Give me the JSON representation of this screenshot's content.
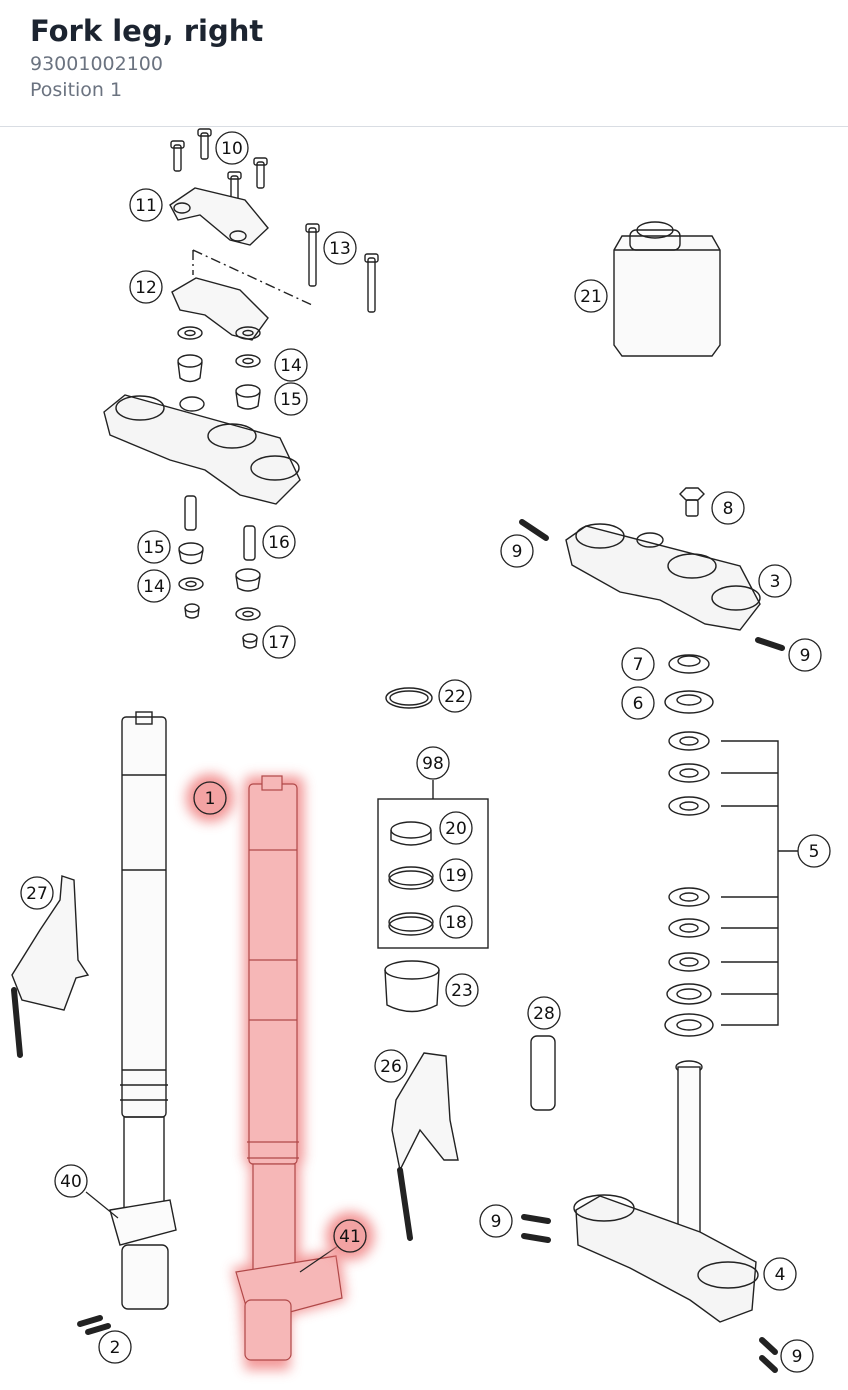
{
  "header": {
    "title": "Fork leg, right",
    "part_number": "93001002100",
    "position": "Position 1"
  },
  "highlight": {
    "color": "#f08080",
    "callouts": [
      "1",
      "41"
    ]
  },
  "callouts": [
    {
      "label": "10"
    },
    {
      "label": "11"
    },
    {
      "label": "13"
    },
    {
      "label": "12"
    },
    {
      "label": "14"
    },
    {
      "label": "15"
    },
    {
      "label": "21"
    },
    {
      "label": "8"
    },
    {
      "label": "9"
    },
    {
      "label": "3"
    },
    {
      "label": "15"
    },
    {
      "label": "16"
    },
    {
      "label": "14"
    },
    {
      "label": "17"
    },
    {
      "label": "9"
    },
    {
      "label": "7"
    },
    {
      "label": "6"
    },
    {
      "label": "22"
    },
    {
      "label": "98"
    },
    {
      "label": "1"
    },
    {
      "label": "20"
    },
    {
      "label": "19"
    },
    {
      "label": "18"
    },
    {
      "label": "5"
    },
    {
      "label": "27"
    },
    {
      "label": "23"
    },
    {
      "label": "28"
    },
    {
      "label": "26"
    },
    {
      "label": "40"
    },
    {
      "label": "41"
    },
    {
      "label": "9"
    },
    {
      "label": "4"
    },
    {
      "label": "2"
    },
    {
      "label": "9"
    }
  ]
}
